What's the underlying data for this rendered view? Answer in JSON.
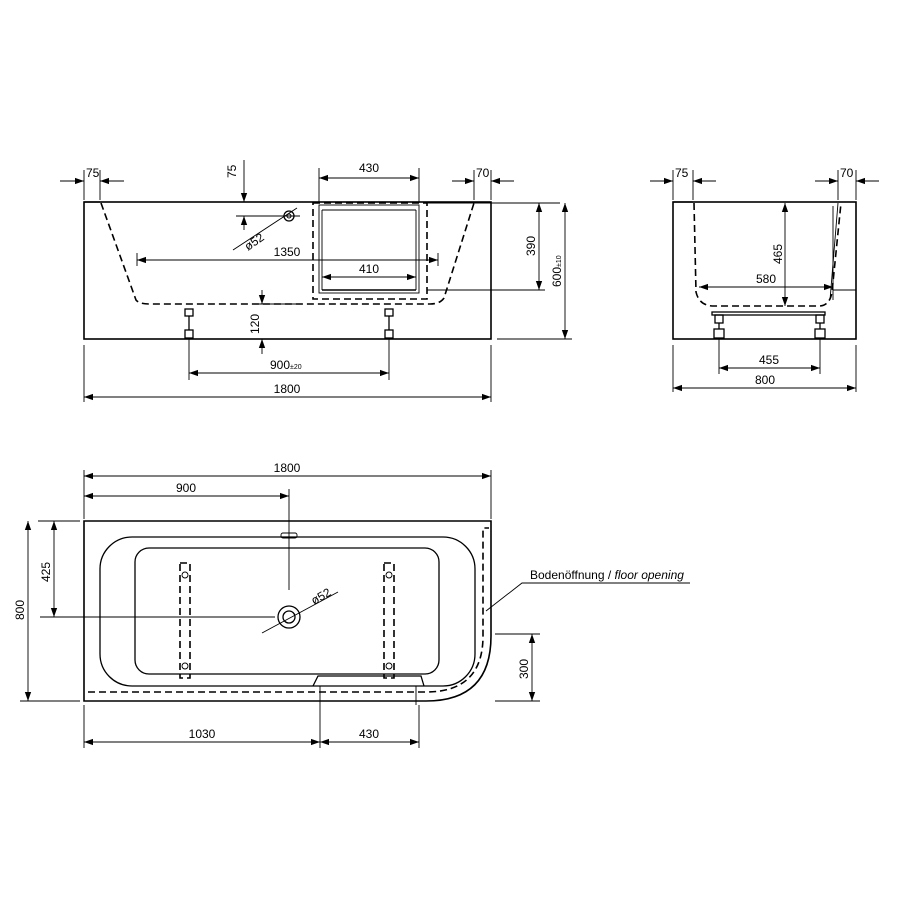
{
  "front_view": {
    "dim_left_rim": "75",
    "dim_top_rim": "75",
    "dim_door_width": "430",
    "dim_right_rim": "70",
    "dim_drain_diameter": "ø52",
    "dim_inner_length": "1350",
    "dim_step_width": "410",
    "dim_door_height": "390",
    "dim_total_height": "600",
    "dim_total_height_tol": "±10",
    "dim_floor_clearance": "120",
    "dim_feet_spacing": "900",
    "dim_feet_spacing_tol": "±20",
    "dim_total_length": "1800"
  },
  "side_view": {
    "dim_left_rim": "75",
    "dim_right_rim": "70",
    "dim_depth": "465",
    "dim_inner_width": "580",
    "dim_feet_spacing": "455",
    "dim_total_width": "800"
  },
  "top_view": {
    "dim_total_length": "1800",
    "dim_drain_position": "900",
    "dim_drain_offset": "425",
    "dim_total_width": "800",
    "dim_drain_diameter": "ø52",
    "dim_corner_radius": "300",
    "dim_door_offset": "1030",
    "dim_door_width": "430",
    "callout_label": "Bodenöffnung / ",
    "callout_label_italic": "floor opening"
  }
}
